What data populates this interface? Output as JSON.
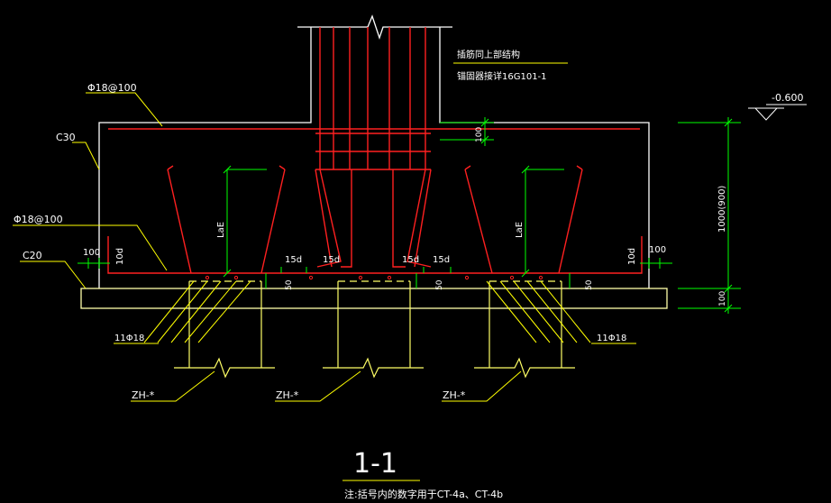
{
  "drawing": {
    "rebar_top_label": "Φ18@100",
    "rebar_bottom_label": "Φ18@100",
    "concrete_main": "C30",
    "concrete_cushion": "C20",
    "pile_rebar_left": "11Φ18",
    "pile_rebar_right": "11Φ18",
    "pile_left": "ZH-*",
    "pile_mid": "ZH-*",
    "pile_right": "ZH-*",
    "column_note_1": "插筋同上部结构",
    "column_note_2": "锚固器接详16G101-1",
    "elevation": "-0.600",
    "dim_height": "1000(900)",
    "dim_cushion": "100",
    "dim_top_cover": "100",
    "dim_side_left": "100",
    "dim_side_right": "100",
    "hook_left": "10d",
    "hook_right": "10d",
    "lae_left": "LaE",
    "lae_right": "LaE",
    "anchor_15d_1": "15d",
    "anchor_15d_2": "15d",
    "anchor_15d_3": "15d",
    "anchor_15d_4": "15d",
    "cover_50_1": "50",
    "cover_50_2": "50",
    "cover_50_3": "50",
    "section_title": "1-1",
    "section_note": "注:括号内的数字用于CT-4a、CT-4b"
  },
  "colors": {
    "outline": "#ffffff",
    "cushion": "#ffffaa",
    "rebar": "#ff2020",
    "dimension": "#00ff00",
    "leader": "#ffff00",
    "pile": "#ffff66",
    "text": "#ffffff"
  }
}
